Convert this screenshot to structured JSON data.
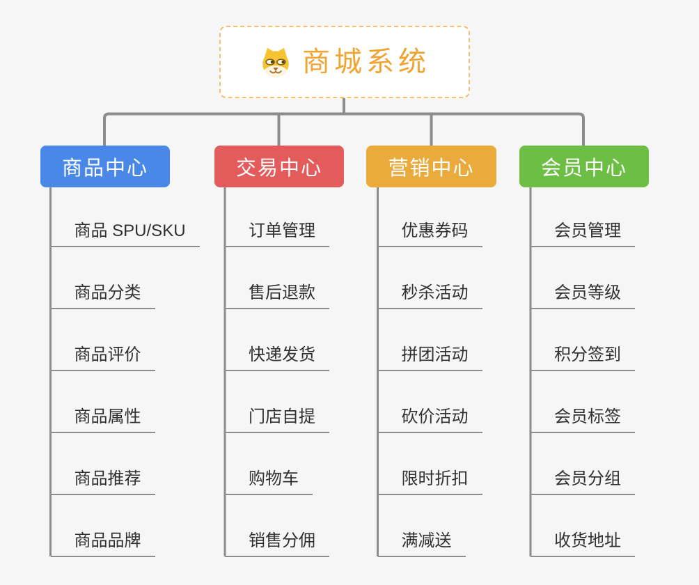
{
  "root": {
    "title": "商城系统",
    "icon": "dog-face-icon",
    "title_color": "#F0A431",
    "border_color": "#F4BF6E"
  },
  "connector_color": "#8C8C8C",
  "underline_color": "#8E8E8E",
  "branches": [
    {
      "label": "商品中心",
      "color": "#4A88E8",
      "items": [
        "商品 SPU/SKU",
        "商品分类",
        "商品评价",
        "商品属性",
        "商品推荐",
        "商品品牌"
      ]
    },
    {
      "label": "交易中心",
      "color": "#E45B5B",
      "items": [
        "订单管理",
        "售后退款",
        "快递发货",
        "门店自提",
        "购物车",
        "销售分佣"
      ]
    },
    {
      "label": "营销中心",
      "color": "#EBAB3C",
      "items": [
        "优惠券码",
        "秒杀活动",
        "拼团活动",
        "砍价活动",
        "限时折扣",
        "满减送"
      ]
    },
    {
      "label": "会员中心",
      "color": "#6DBE44",
      "items": [
        "会员管理",
        "会员等级",
        "积分签到",
        "会员标签",
        "会员分组",
        "收货地址"
      ]
    }
  ]
}
